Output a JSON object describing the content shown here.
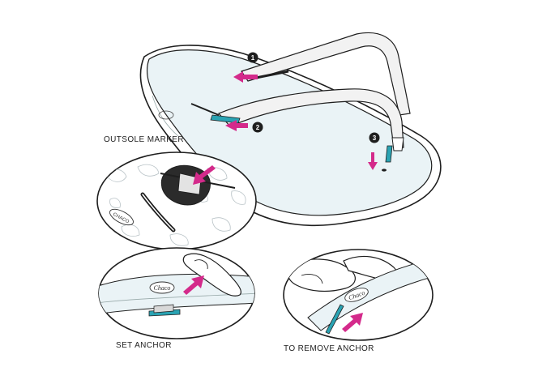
{
  "labels": {
    "outsole_marker": "OUTSOLE MARKER",
    "set_anchor": "SET ANCHOR",
    "to_remove_anchor": "TO REMOVE ANCHOR"
  },
  "steps": [
    "1",
    "2",
    "3"
  ],
  "brand_text": {
    "outsole": "CHACO",
    "set_anchor": "Chaco",
    "remove_anchor": "Chaco"
  },
  "colors": {
    "outline": "#1e1e1e",
    "footbed": "#eaf3f6",
    "strap": "#f2f2f2",
    "arrow": "#d42a8b",
    "anchor": "#2aa3b3",
    "bg": "#ffffff"
  }
}
